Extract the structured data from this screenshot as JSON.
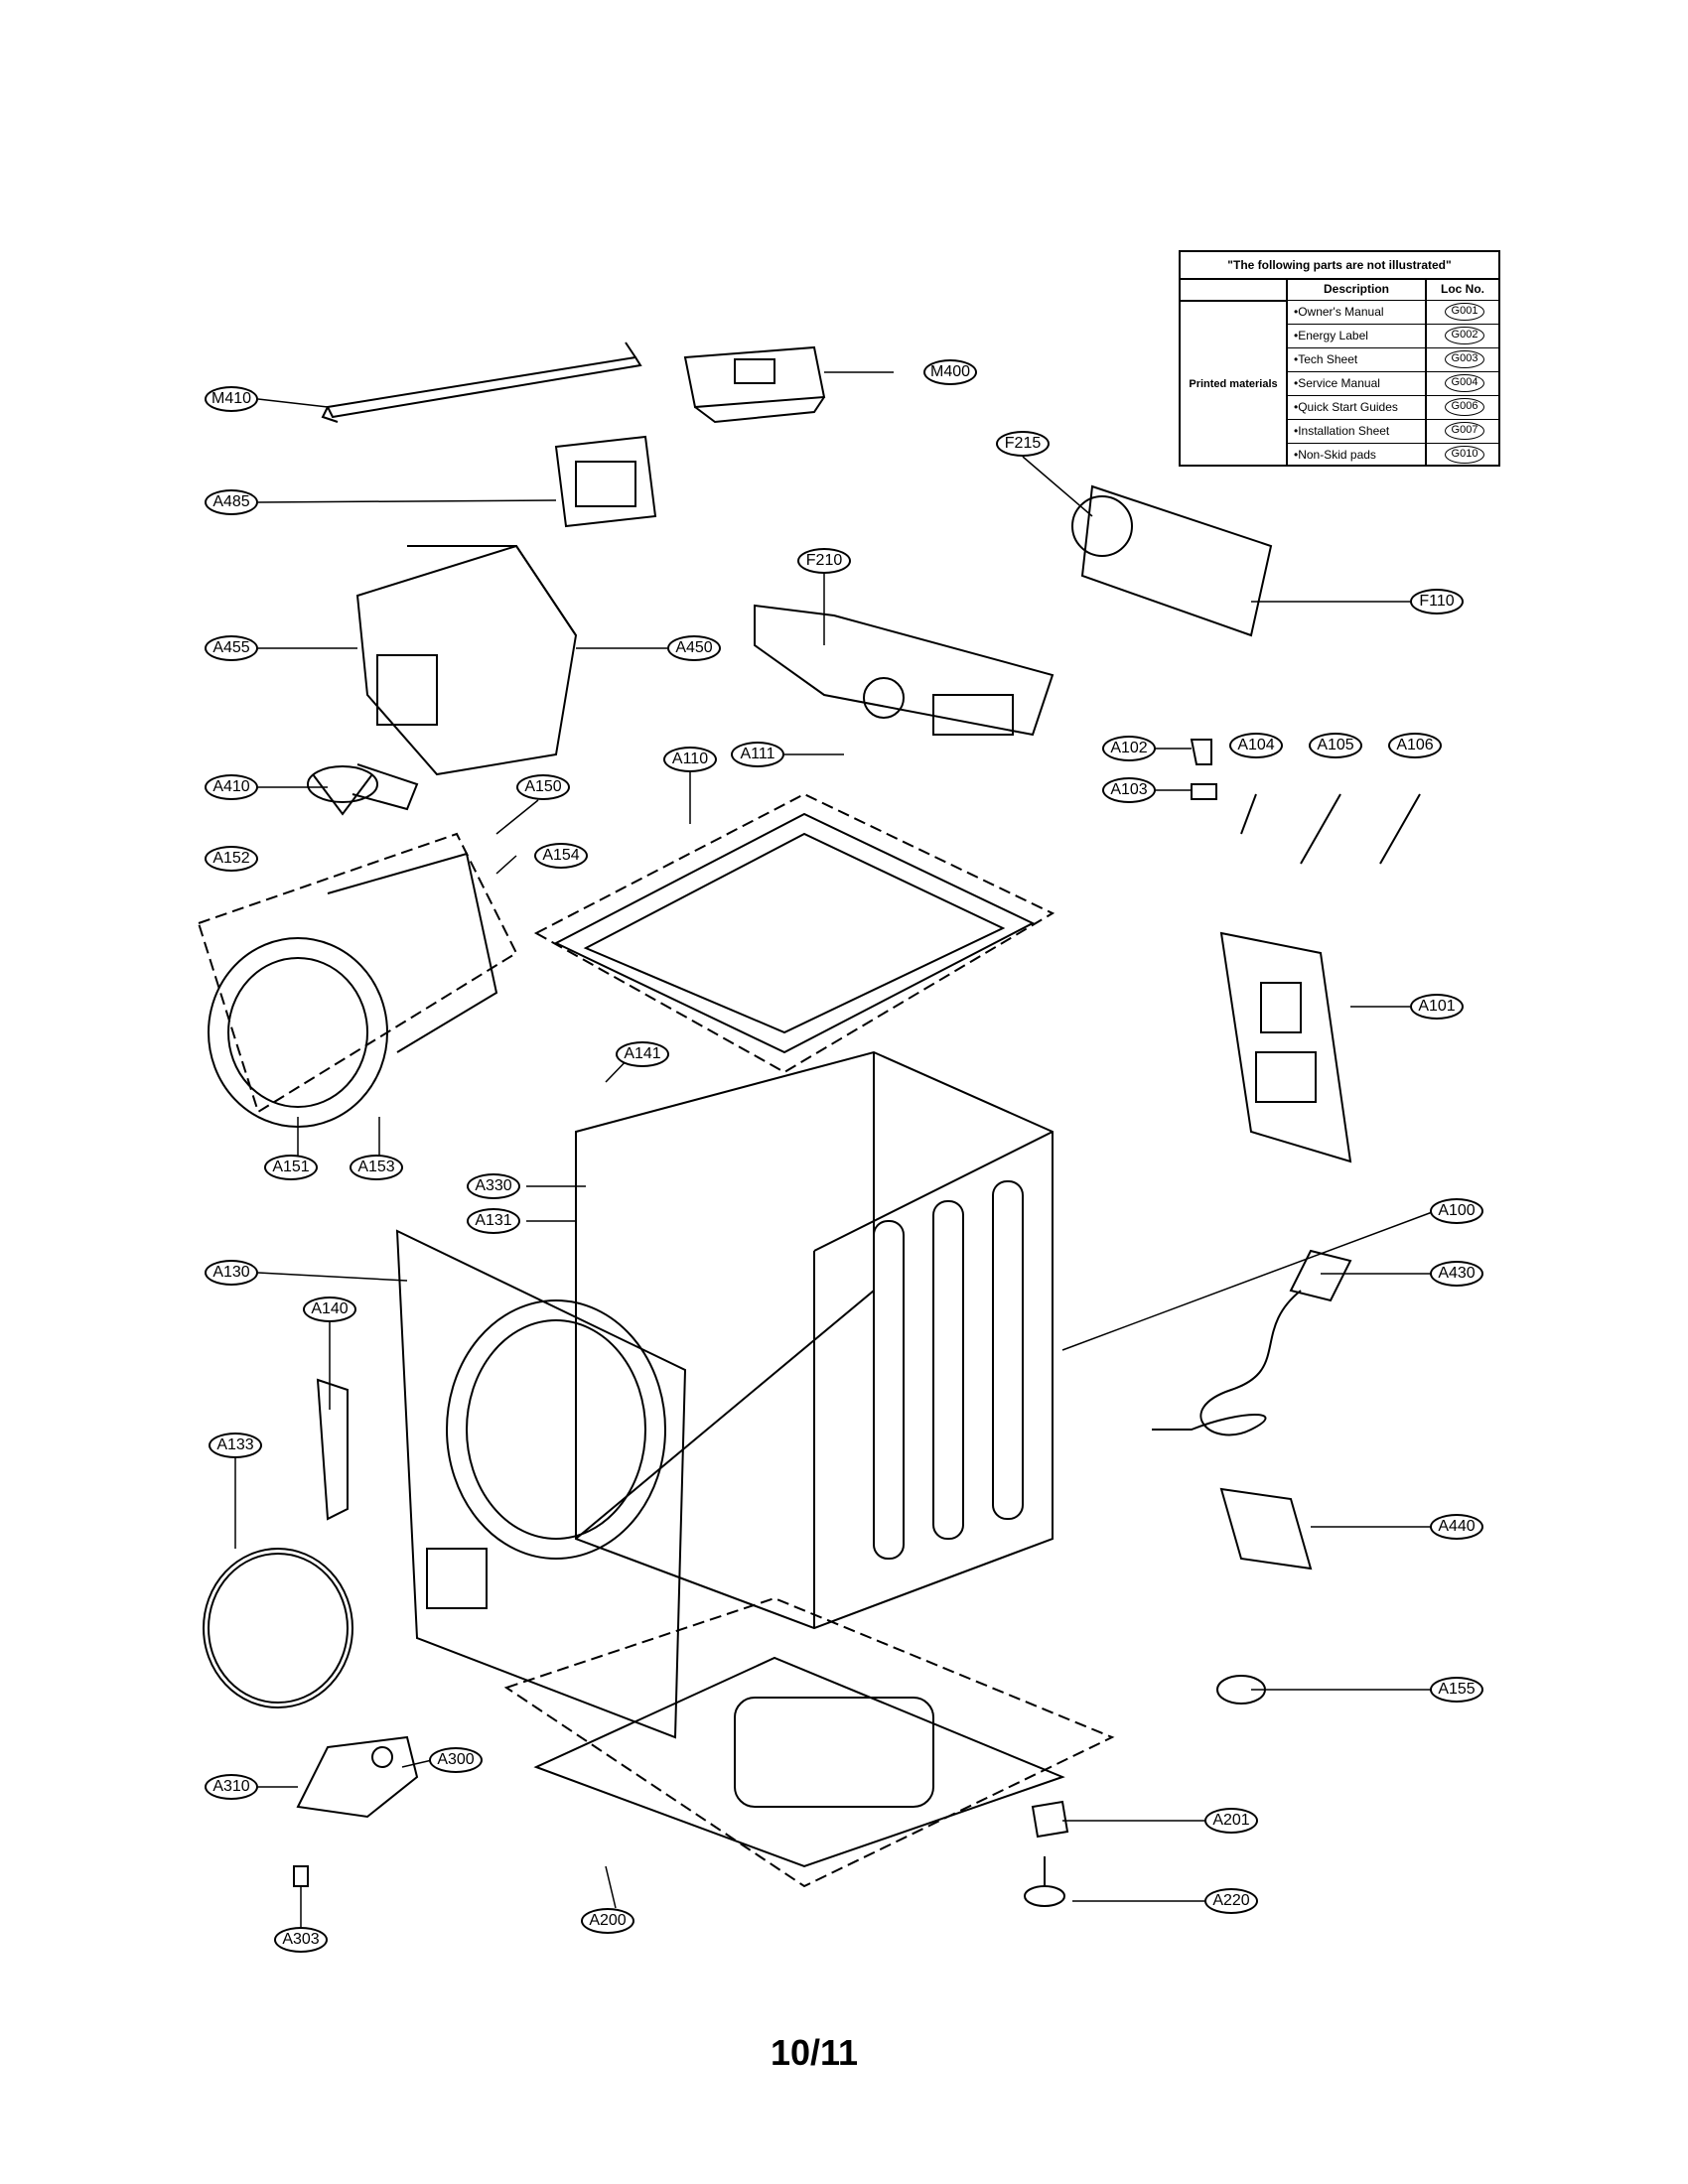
{
  "parts_table": {
    "heading": "\"The following parts are not illustrated\"",
    "column_description": "Description",
    "column_loc": "Loc No.",
    "group_label": "Printed materials",
    "rows": [
      {
        "description": "•Owner's Manual",
        "loc": "G001"
      },
      {
        "description": "•Energy Label",
        "loc": "G002"
      },
      {
        "description": "•Tech Sheet",
        "loc": "G003"
      },
      {
        "description": "•Service Manual",
        "loc": "G004"
      },
      {
        "description": "•Quick Start Guides",
        "loc": "G006"
      },
      {
        "description": "•Installation Sheet",
        "loc": "G007"
      },
      {
        "description": "•Non-Skid pads",
        "loc": "G010"
      }
    ]
  },
  "callouts": {
    "M410": "M410",
    "M400": "M400",
    "A485": "A485",
    "F215": "F215",
    "F210": "F210",
    "F110": "F110",
    "A455": "A455",
    "A450": "A450",
    "A111": "A111",
    "A110": "A110",
    "A102": "A102",
    "A103": "A103",
    "A104": "A104",
    "A105": "A105",
    "A106": "A106",
    "A410": "A410",
    "A150": "A150",
    "A152": "A152",
    "A154": "A154",
    "A101": "A101",
    "A141": "A141",
    "A151": "A151",
    "A153": "A153",
    "A330": "A330",
    "A131": "A131",
    "A100": "A100",
    "A130": "A130",
    "A430": "A430",
    "A140": "A140",
    "A133": "A133",
    "A440": "A440",
    "A155": "A155",
    "A300": "A300",
    "A310": "A310",
    "A201": "A201",
    "A220": "A220",
    "A200": "A200",
    "A303": "A303"
  },
  "page_number": "10/11"
}
